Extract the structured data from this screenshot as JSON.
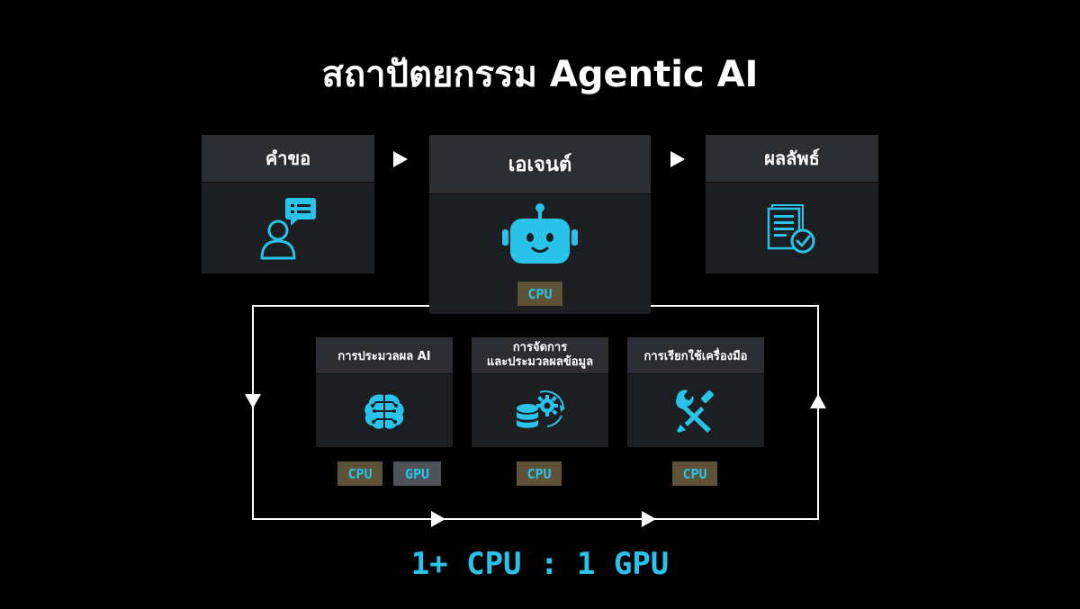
{
  "title": "สถาปัตยกรรม Agentic AI",
  "top_row": {
    "request": {
      "label": "คำขอ",
      "icon": "user-chat-icon"
    },
    "agent": {
      "label": "เอเจนต์",
      "icon": "robot-icon",
      "badge": "CPU"
    },
    "result": {
      "label": "ผลลัพธ์",
      "icon": "document-check-icon"
    }
  },
  "bottom_row": {
    "ai_processing": {
      "label": "การประมวลผล AI",
      "icon": "brain-icon",
      "badges": [
        "CPU",
        "GPU"
      ]
    },
    "data_management": {
      "label_line1": "การจัดการ",
      "label_line2": "และประมวลผลข้อมูล",
      "icon": "database-gear-icon",
      "badge": "CPU"
    },
    "tool_calling": {
      "label": "การเรียกใช้เครื่องมือ",
      "icon": "tools-icon",
      "badge": "CPU"
    }
  },
  "ratio": "1+ CPU : 1 GPU",
  "colors": {
    "accent": "#29c3ea",
    "cpu_badge": "#5e5336",
    "gpu_badge": "#4f5358",
    "card": "#1c1e22",
    "card_header": "#2b2d32"
  }
}
